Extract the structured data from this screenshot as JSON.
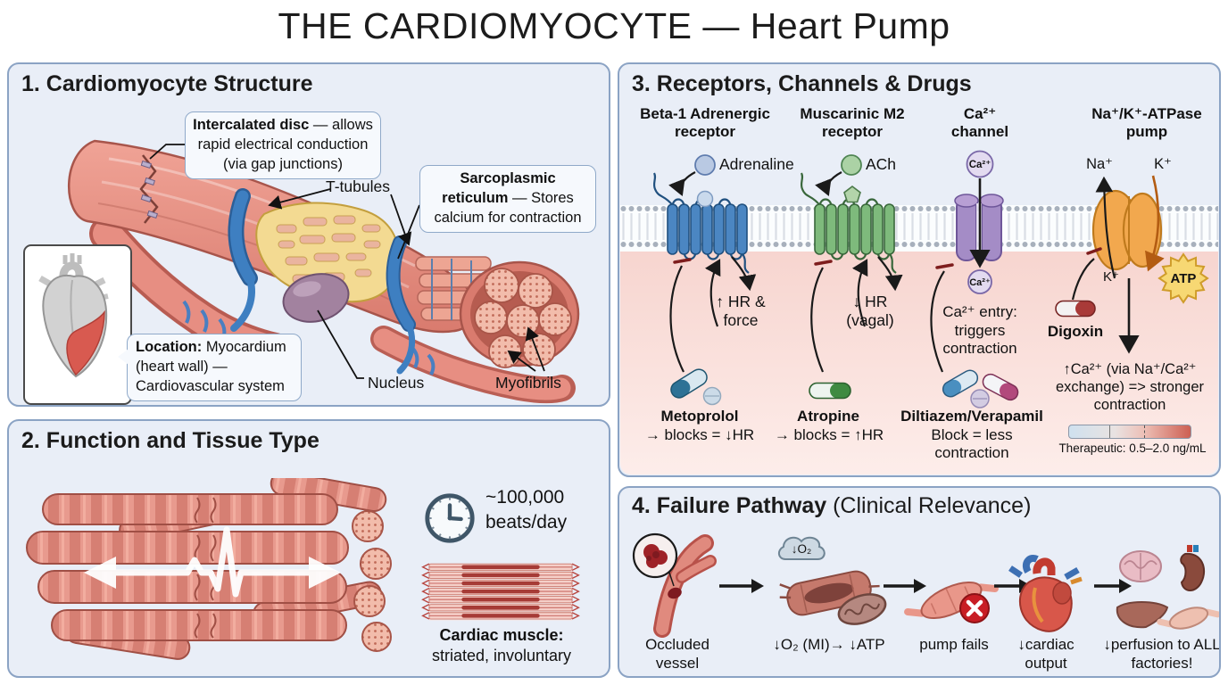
{
  "title": "THE CARDIOMYOCYTE — Heart Pump",
  "colors": {
    "panel_bg": "#e9eef7",
    "panel_border": "#8ba3c4",
    "cytosol_pink": "#f6d2cc",
    "membrane_dot": "#a7b0bc",
    "beta1_blue": "#4b86c2",
    "m2_green": "#7eba7c",
    "ca_channel_purple": "#a48cc6",
    "pump_orange": "#f2a84e",
    "atp_yellow": "#f7d873",
    "block_red": "#7e1d1d",
    "muscle_pink": "#e89a8e",
    "sr_yellow": "#f3da92",
    "t_tubule_blue": "#3e7fc1"
  },
  "panel1": {
    "heading": "1. Cardiomyocyte Structure",
    "callout_intercalated": {
      "bold": "Intercalated disc",
      "rest": " — allows rapid electrical conduction (via gap junctions)"
    },
    "callout_sarcoplasmic": {
      "bold": "Sarcoplasmic reticulum",
      "rest": " — Stores calcium for contraction"
    },
    "callout_location": {
      "bold": "Location:",
      "rest": " Myocardium (heart wall) — Cardiovascular system"
    },
    "label_t_tubules": "T-tubules",
    "label_nucleus": "Nucleus",
    "label_myofibrils": "Myofibrils"
  },
  "panel2": {
    "heading": "2. Function and Tissue Type",
    "beats_value": "~100,000",
    "beats_unit": "beats/day",
    "tissue_bold": "Cardiac muscle:",
    "tissue_rest": "striated, involuntary"
  },
  "panel3": {
    "heading": "3. Receptors, Channels & Drugs",
    "beta1": {
      "name": "Beta-1 Adrenergic receptor",
      "ligand": "Adrenaline",
      "effect": "↑ HR & force",
      "drug": "Metoprolol",
      "drug_effect": "→ blocks = ↓HR"
    },
    "m2": {
      "name": "Muscarinic M2 receptor",
      "ligand": "ACh",
      "effect": "↓ HR (vagal)",
      "drug": "Atropine",
      "drug_effect": "→ blocks = ↑HR"
    },
    "ca": {
      "name": "Ca²⁺ channel",
      "ion_out": "Ca²⁺",
      "ion_in": "Ca²⁺",
      "effect": "Ca²⁺ entry: triggers contraction",
      "drug": "Diltiazem/Verapamil",
      "drug_effect": "Block = less contraction"
    },
    "pump": {
      "name": "Na⁺/K⁺-ATPase pump",
      "na": "Na⁺",
      "k": "K⁺",
      "k_in": "K⁺",
      "atp": "ATP",
      "drug": "Digoxin",
      "effect": "↑Ca²⁺ (via Na⁺/Ca²⁺ exchange) => stronger contraction",
      "therapeutic": "Therapeutic: 0.5–2.0 ng/mL"
    }
  },
  "panel4": {
    "heading_bold": "4. Failure Pathway",
    "heading_rest": " (Clinical Relevance)",
    "cloud": "↓O₂",
    "steps": [
      {
        "label": "Occluded vessel"
      },
      {
        "label": "↓O₂ (MI)→ ↓ATP"
      },
      {
        "label": "pump fails"
      },
      {
        "label": "↓cardiac output"
      },
      {
        "label": "↓perfusion to ALL factories!"
      }
    ]
  }
}
